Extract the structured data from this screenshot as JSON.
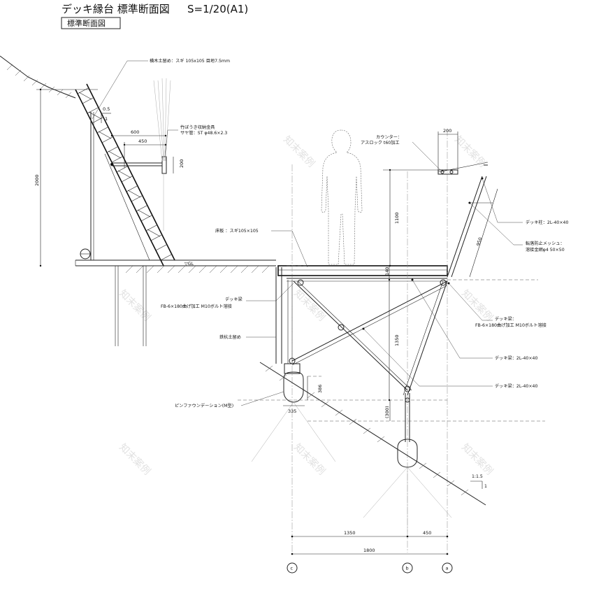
{
  "title": {
    "main": "デッキ縁台 標準断面図",
    "scale": "S=1/20(A1)",
    "section_box": "標準断面図"
  },
  "notes": {
    "retaining_board": "横木土留め：スギ 105x105 目地7.5mm",
    "bamboo_holder": "竹ぼうき収納金具",
    "bamboo_holder_pipe": "サヤ管：ST φ48.6×2.3",
    "counter": "カウンター：",
    "counter_material": "アスロック t60加工",
    "floor_board": "床板 ：スギ105×105",
    "deck_beam_left_1": "デッキ梁",
    "deck_beam_left_2": "FB-6×180曲げ加工 M10ボルト溶接",
    "steel_pile": "鉄杭土留め",
    "pin_foundation": "ピンファウンデーション(M型)",
    "deck_post": "デッキ柱：2L-40×40",
    "fall_mesh_1": "転落防止メッシュ：",
    "fall_mesh_2": "溶接金網φ4 50×50",
    "deck_beam_right_1": "デッキ梁：",
    "deck_beam_right_2": "FB-6×180曲げ加工 M10ボルト溶接",
    "deck_beam_2l_a": "デッキ梁：2L-40×40",
    "deck_beam_2l_b": "デッキ梁：2L-40×40",
    "gl": "▽GL",
    "slope": "1:1.5",
    "slope_1": "1"
  },
  "dimensions": {
    "slope_ratio_top": "0.5",
    "slope_ratio_side": "1",
    "d600": "600",
    "d450_top": "450",
    "d200_left": "200",
    "d2000": "2000",
    "d200_counter": "200",
    "d1100": "1100",
    "d950": "950",
    "d140": "140",
    "d1350_v": "1350",
    "d386": "386",
    "d335": "335",
    "d300": "(300)",
    "d1350_h": "1350",
    "d450_h": "450",
    "d1800": "1800"
  },
  "grid_labels": [
    "c",
    "b",
    "a"
  ],
  "watermark": "知末案例"
}
